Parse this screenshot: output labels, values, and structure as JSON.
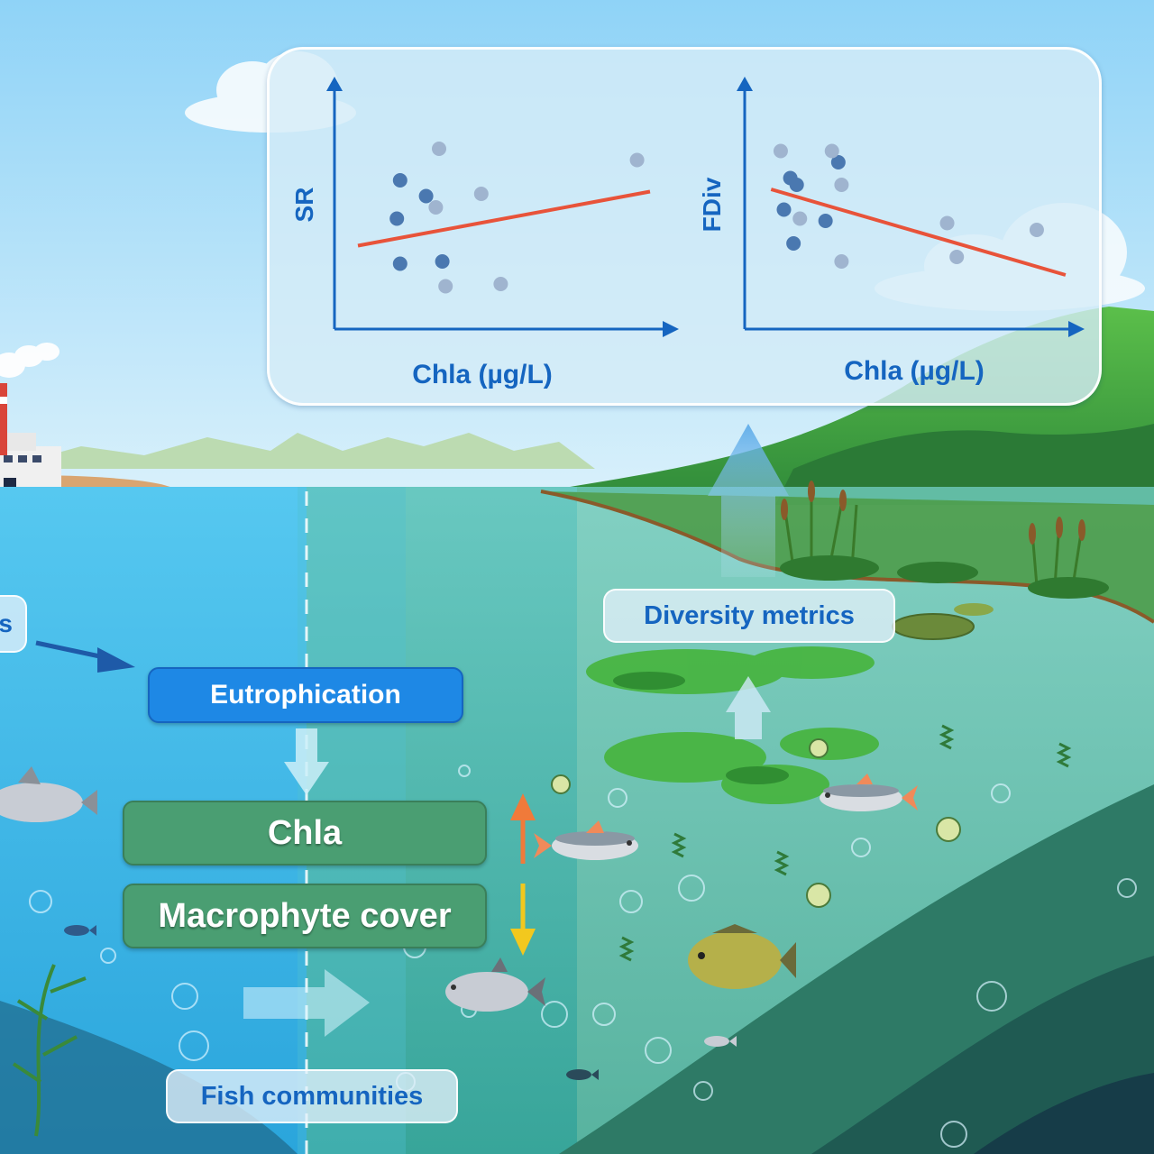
{
  "labels": {
    "left_cut": "s",
    "eutrophication": "Eutrophication",
    "chla": "Chla",
    "macrophyte_cover": "Macrophyte cover",
    "diversity_metrics": "Diversity metrics",
    "fish_communities": "Fish communities"
  },
  "colors": {
    "sky": "#7cc8f0",
    "water": "#3dbde8",
    "water_green": "#4fb8a0",
    "axis": "#1565c0",
    "trend": "#e8533a",
    "point_dark": "#4a78b0",
    "point_light": "#9fb4cf",
    "box_blue": "#1e88e5",
    "box_green": "#4a9e72"
  },
  "chart_data": [
    {
      "type": "scatter",
      "xlabel": "Chla (µg/L)",
      "ylabel": "SR",
      "xlim": [
        0,
        10
      ],
      "ylim": [
        0,
        10
      ],
      "trend": {
        "x": [
          0.5,
          9.5
        ],
        "y": [
          3.3,
          5.7
        ]
      },
      "points": [
        {
          "x": 1.8,
          "y": 6.2,
          "tone": "dark"
        },
        {
          "x": 2.6,
          "y": 5.5,
          "tone": "dark"
        },
        {
          "x": 1.7,
          "y": 4.5,
          "tone": "dark"
        },
        {
          "x": 1.8,
          "y": 2.5,
          "tone": "dark"
        },
        {
          "x": 3.1,
          "y": 2.6,
          "tone": "dark"
        },
        {
          "x": 3.0,
          "y": 7.6,
          "tone": "light"
        },
        {
          "x": 2.9,
          "y": 5.0,
          "tone": "light"
        },
        {
          "x": 4.3,
          "y": 5.6,
          "tone": "light"
        },
        {
          "x": 3.2,
          "y": 1.5,
          "tone": "light"
        },
        {
          "x": 4.9,
          "y": 1.6,
          "tone": "light"
        },
        {
          "x": 9.1,
          "y": 7.1,
          "tone": "light"
        }
      ]
    },
    {
      "type": "scatter",
      "xlabel": "Chla (µg/L)",
      "ylabel": "FDiv",
      "xlim": [
        0,
        10
      ],
      "ylim": [
        0,
        10
      ],
      "trend": {
        "x": [
          0.6,
          9.8
        ],
        "y": [
          5.8,
          2.0
        ]
      },
      "points": [
        {
          "x": 1.2,
          "y": 6.3,
          "tone": "dark"
        },
        {
          "x": 1.4,
          "y": 6.0,
          "tone": "dark"
        },
        {
          "x": 2.7,
          "y": 7.0,
          "tone": "dark"
        },
        {
          "x": 1.0,
          "y": 4.9,
          "tone": "dark"
        },
        {
          "x": 2.3,
          "y": 4.4,
          "tone": "dark"
        },
        {
          "x": 1.3,
          "y": 3.4,
          "tone": "dark"
        },
        {
          "x": 0.9,
          "y": 7.5,
          "tone": "light"
        },
        {
          "x": 2.5,
          "y": 7.5,
          "tone": "light"
        },
        {
          "x": 2.8,
          "y": 6.0,
          "tone": "light"
        },
        {
          "x": 1.5,
          "y": 4.5,
          "tone": "light"
        },
        {
          "x": 2.8,
          "y": 2.6,
          "tone": "light"
        },
        {
          "x": 6.1,
          "y": 4.3,
          "tone": "light"
        },
        {
          "x": 6.4,
          "y": 2.8,
          "tone": "light"
        },
        {
          "x": 8.9,
          "y": 4.0,
          "tone": "light"
        }
      ]
    }
  ]
}
